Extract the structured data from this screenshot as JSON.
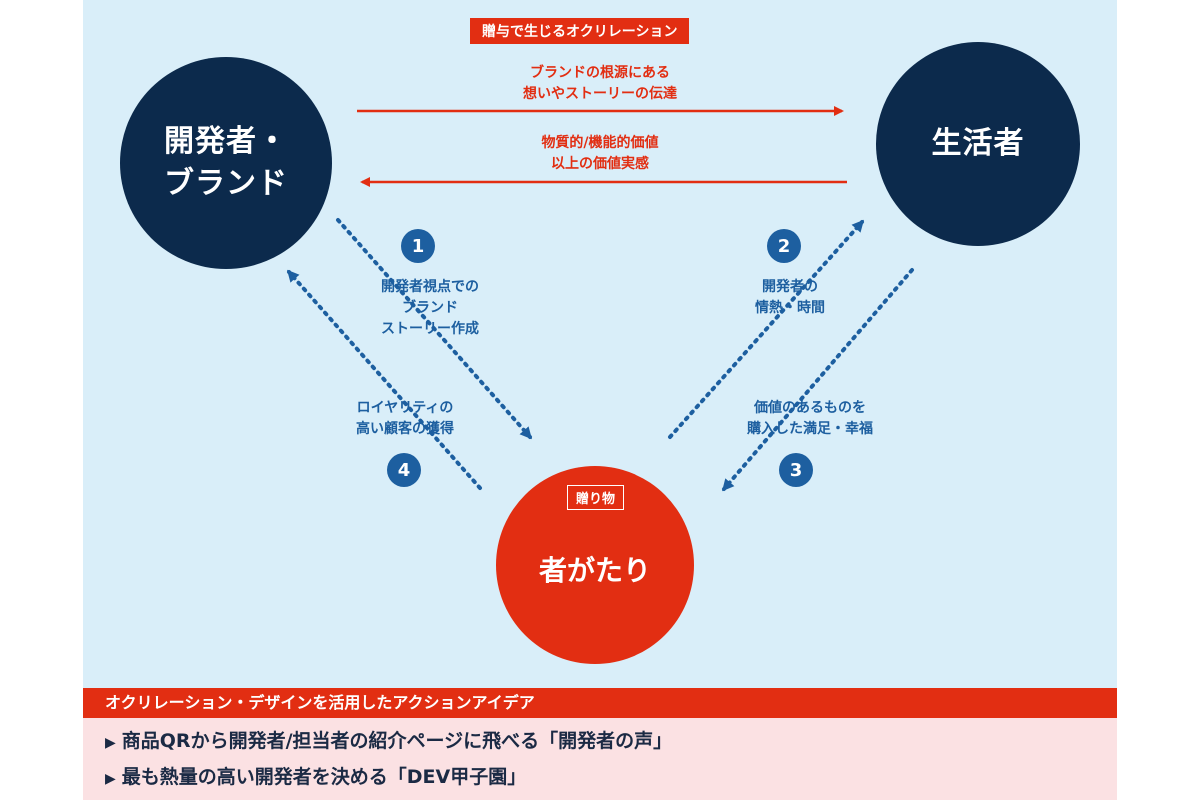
{
  "colors": {
    "navy": "#0c2a4c",
    "red": "#e22e12",
    "blue": "#1d5fa0",
    "panel_bg": "#d9eef9",
    "ideas_bg": "#fbe1e3"
  },
  "badge_top": "贈与で生じるオクリレーション",
  "nodes": {
    "developer": {
      "line1": "開発者・",
      "line2": "ブランド"
    },
    "consumer": {
      "label": "生活者"
    },
    "story": {
      "badge": "贈り物",
      "label": "者がたり"
    }
  },
  "arrows": {
    "to_consumer": {
      "line1": "ブランドの根源にある",
      "line2": "想いやストーリーの伝達"
    },
    "to_developer": {
      "line1": "物質的/機能的価値",
      "line2": "以上の価値実感"
    }
  },
  "steps": [
    {
      "num": "1",
      "lines": [
        "開発者視点での",
        "ブランド",
        "ストーリー作成"
      ]
    },
    {
      "num": "2",
      "lines": [
        "開発者の",
        "情熱・時間"
      ]
    },
    {
      "num": "3",
      "lines": [
        "価値のあるものを",
        "購入した満足・幸福"
      ]
    },
    {
      "num": "4",
      "lines": [
        "ロイヤリティの",
        "高い顧客の獲得"
      ]
    }
  ],
  "ideas": {
    "title": "オクリレーション・デザインを活用したアクションアイデア",
    "bullet": "▶",
    "items": [
      "商品QRから開発者/担当者の紹介ページに飛べる「開発者の声」",
      "最も熱量の高い開発者を決める「DEV甲子園」"
    ]
  }
}
